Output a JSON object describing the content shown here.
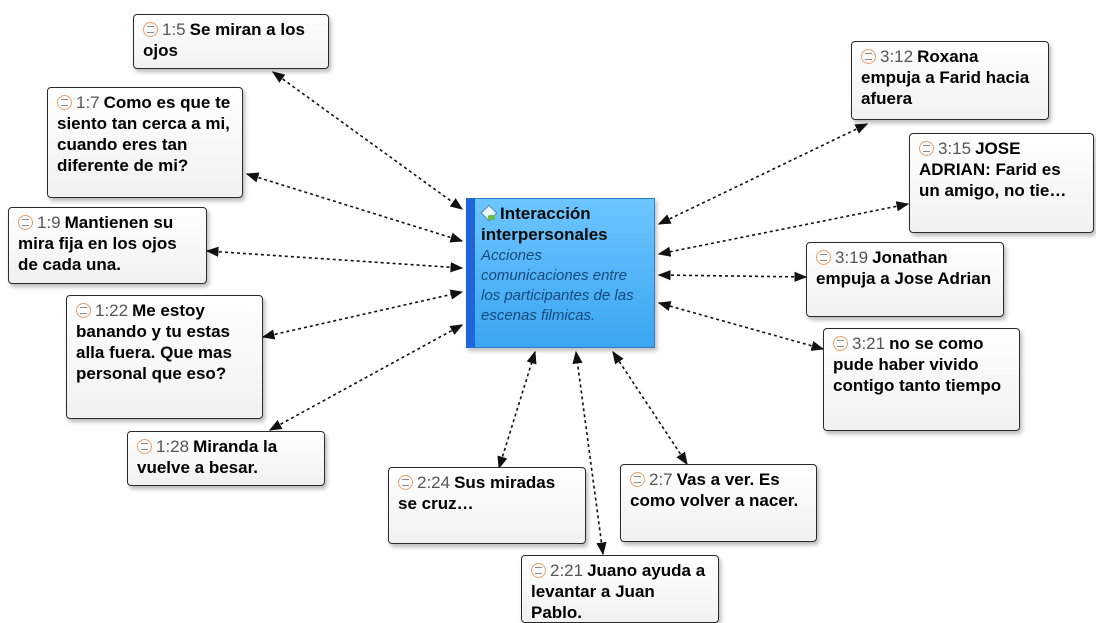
{
  "code": {
    "title": "Interacción interpersonales",
    "comment": "Acciones comunicaciones entre los participantes de las escenas filmicas."
  },
  "quotes": [
    {
      "id": "1:5",
      "text": "Se miran a los ojos"
    },
    {
      "id": "1:7",
      "text": "Como es que te siento tan cerca a mi, cuando eres tan diferente de mi?"
    },
    {
      "id": "1:9",
      "text": "Mantienen su mira fija en los ojos de cada una."
    },
    {
      "id": "1:22",
      "text": "Me estoy banando y tu estas alla fuera. Que mas personal que eso?"
    },
    {
      "id": "1:28",
      "text": "Miranda la vuelve a besar."
    },
    {
      "id": "2:24",
      "text": "Sus miradas se cruz…"
    },
    {
      "id": "2:21",
      "text": "Juano ayuda a levantar a Juan Pablo."
    },
    {
      "id": "2:7",
      "text": "Vas a ver. Es como volver a nacer."
    },
    {
      "id": "3:12",
      "text": "Roxana empuja a Farid hacia afuera"
    },
    {
      "id": "3:15",
      "text": "JOSE ADRIAN: Farid es un amigo, no tie…"
    },
    {
      "id": "3:19",
      "text": "Jonathan empuja a Jose Adrian"
    },
    {
      "id": "3:21",
      "text": "no se como pude haber vivido contigo tanto tiempo"
    }
  ],
  "colors": {
    "code_fill": "#4fb6fa",
    "code_bar": "#1f64d8",
    "quote_icon": "#e8a06a",
    "edge": "#111111"
  }
}
